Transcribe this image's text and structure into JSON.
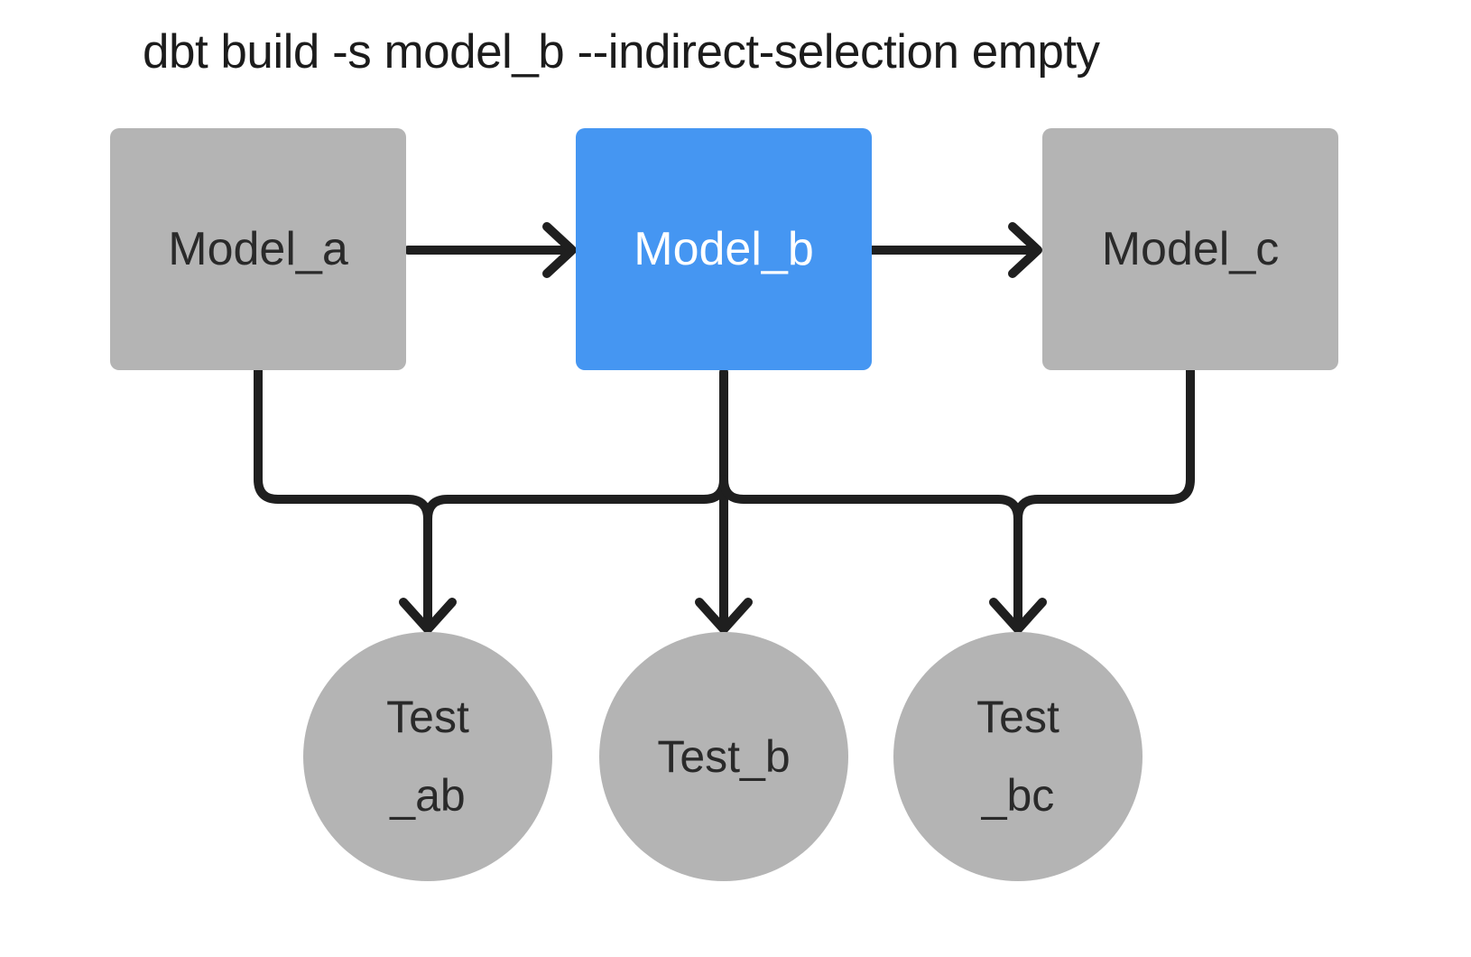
{
  "title": "dbt build -s model_b --indirect-selection empty",
  "colors": {
    "background": "#ffffff",
    "node_default": "#b4b4b4",
    "node_selected": "#4596f2",
    "node_text": "#2a2a2a",
    "node_selected_text": "#ffffff",
    "edge": "#1f1f1f",
    "title_text": "#1c1c1c"
  },
  "models": [
    {
      "id": "model_a",
      "label": "Model_a",
      "selected": false
    },
    {
      "id": "model_b",
      "label": "Model_b",
      "selected": true
    },
    {
      "id": "model_c",
      "label": "Model_c",
      "selected": false
    }
  ],
  "tests": [
    {
      "id": "test_ab",
      "line1": "Test",
      "line2": "_ab"
    },
    {
      "id": "test_b",
      "line1": "Test_b",
      "line2": ""
    },
    {
      "id": "test_bc",
      "line1": "Test",
      "line2": "_bc"
    }
  ],
  "edges": [
    {
      "from": "model_a",
      "to": "model_b"
    },
    {
      "from": "model_b",
      "to": "model_c"
    },
    {
      "from": "model_a",
      "to": "test_ab"
    },
    {
      "from": "model_b",
      "to": "test_ab"
    },
    {
      "from": "model_b",
      "to": "test_b"
    },
    {
      "from": "model_b",
      "to": "test_bc"
    },
    {
      "from": "model_c",
      "to": "test_bc"
    }
  ]
}
